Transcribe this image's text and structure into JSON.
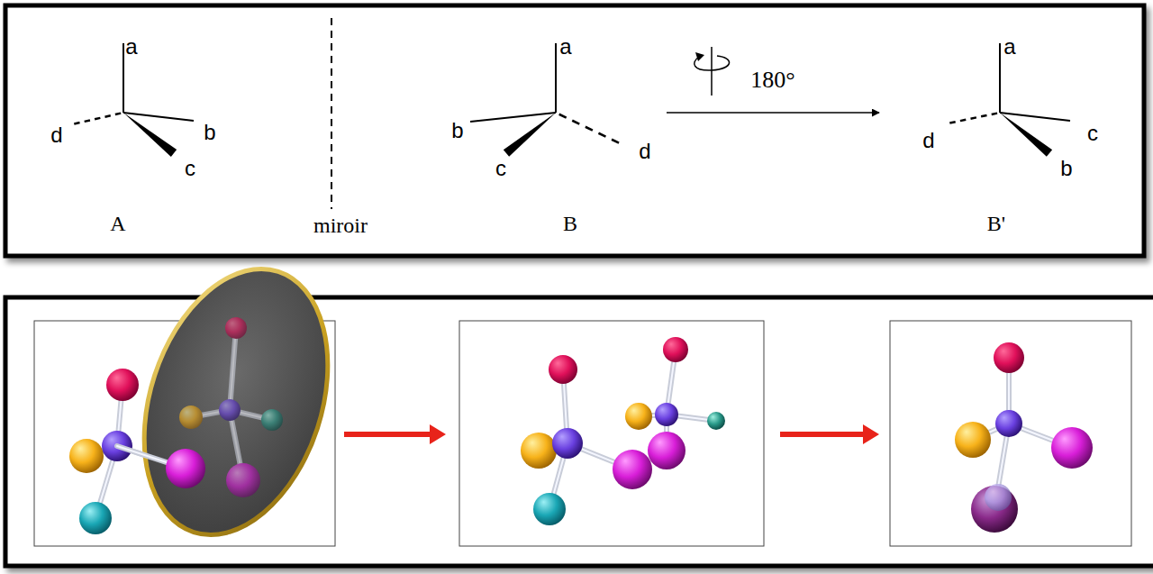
{
  "diagram": {
    "labels": [
      "a",
      "d",
      "b",
      "c",
      "A",
      "miroir",
      "a",
      "b",
      "c",
      "d",
      "B",
      "180°",
      "a",
      "d",
      "c",
      "b",
      "B'"
    ]
  }
}
